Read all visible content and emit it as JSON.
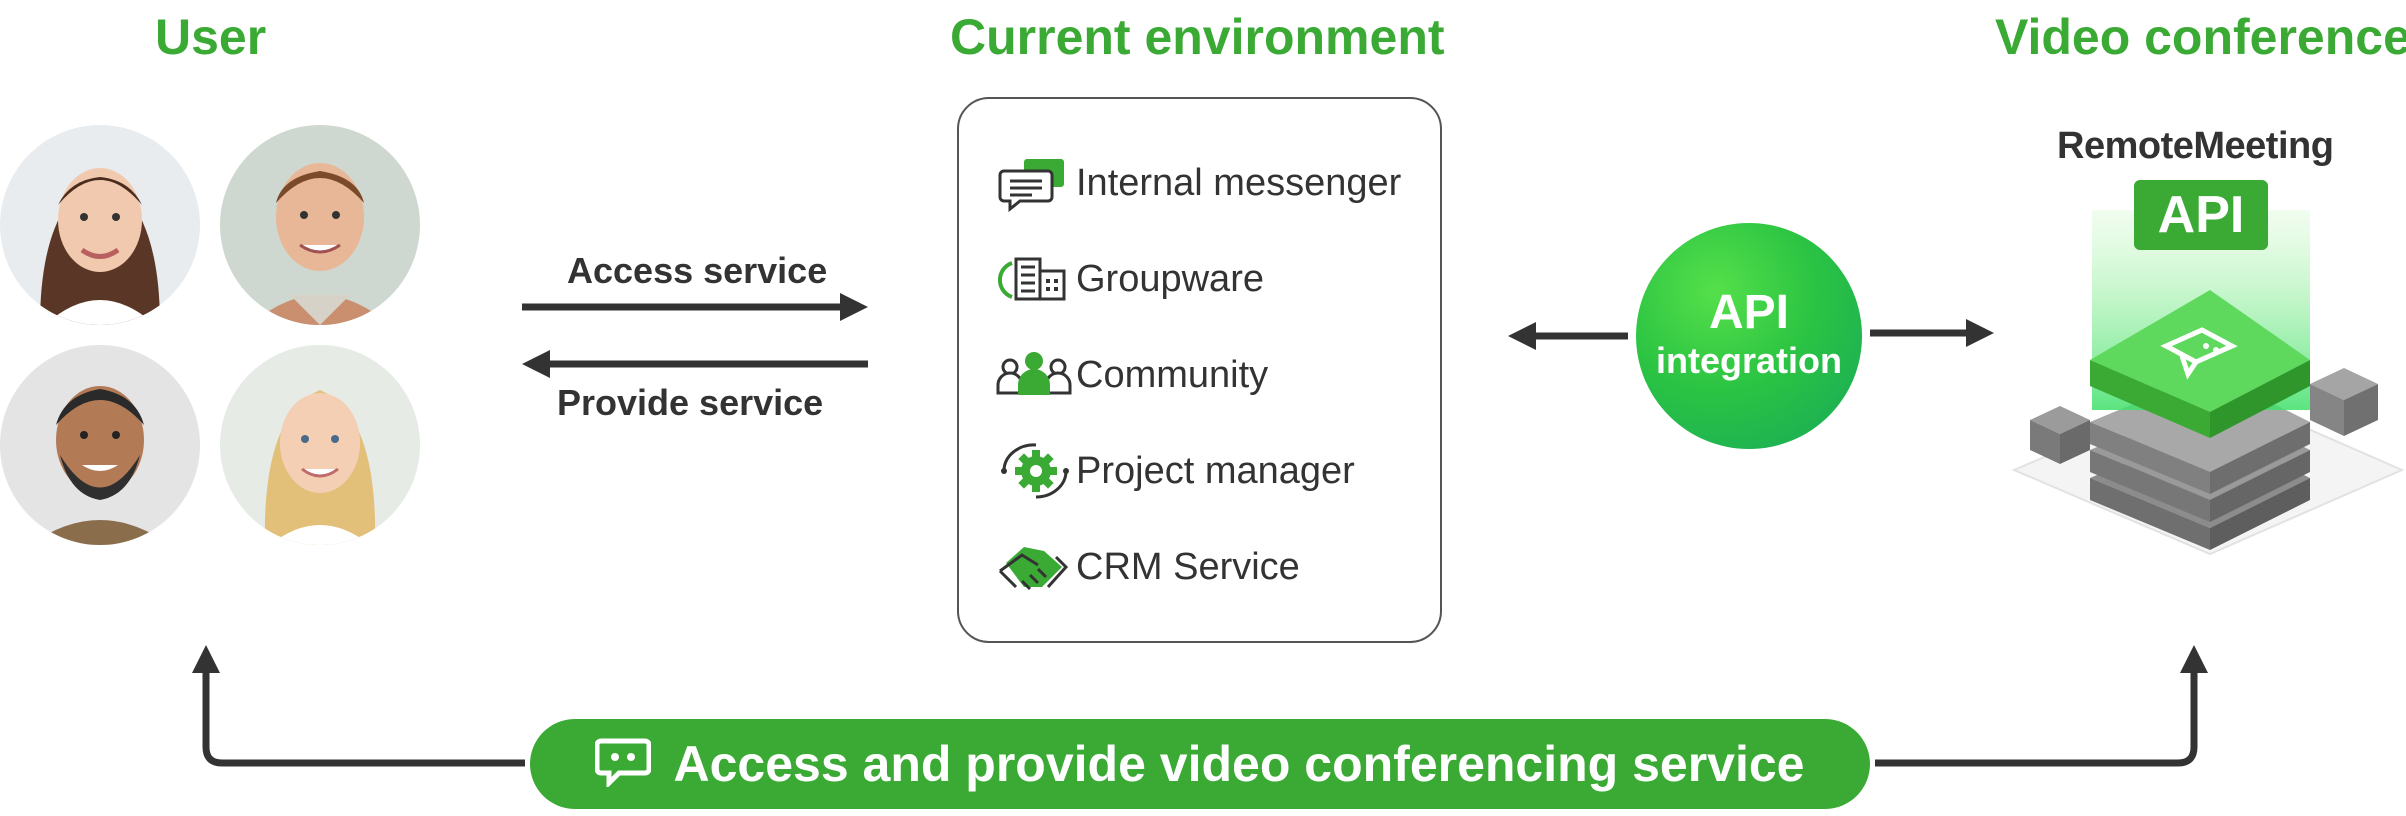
{
  "headings": {
    "user": "User",
    "environment": "Current environment",
    "video": "Video conference"
  },
  "users": [
    {
      "name": "user-avatar-1"
    },
    {
      "name": "user-avatar-2"
    },
    {
      "name": "user-avatar-3"
    },
    {
      "name": "user-avatar-4"
    }
  ],
  "flow": {
    "access_label": "Access service",
    "provide_label": "Provide service"
  },
  "environment_items": [
    {
      "label": "Internal messenger",
      "icon": "messenger-icon"
    },
    {
      "label": "Groupware",
      "icon": "groupware-icon"
    },
    {
      "label": "Community",
      "icon": "community-icon"
    },
    {
      "label": "Project manager",
      "icon": "project-gear-icon"
    },
    {
      "label": "CRM Service",
      "icon": "handshake-icon"
    }
  ],
  "api": {
    "title": "API",
    "subtitle": "integration"
  },
  "remote_meeting": {
    "brand": "RemoteMeeting",
    "badge": "API"
  },
  "bottom": {
    "label": "Access and provide video conferencing service",
    "icon": "chat-bubble-icon"
  },
  "colors": {
    "accent": "#3aaa35",
    "dark": "#333333"
  }
}
